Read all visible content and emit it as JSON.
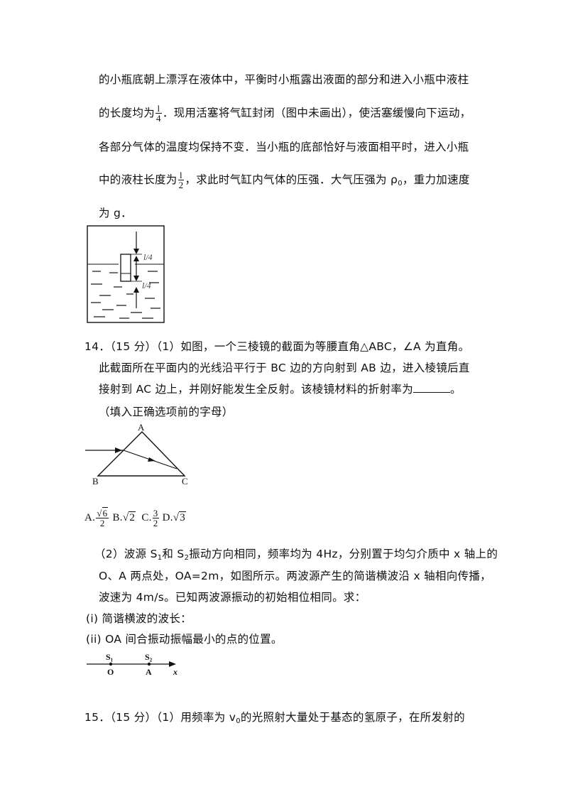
{
  "q13": {
    "line1": "的小瓶底朝上漂浮在液体中，平衡时小瓶露出液面的部分和进入小瓶中液柱",
    "line2_a": "的长度均为",
    "frac1_num": "l",
    "frac1_den": "4",
    "line2_b": "．现用活塞将气缸封闭（图中未画出），使活塞缓慢向下运动，",
    "line3": "各部分气体的温度均保持不变．当小瓶的底部恰好与液面相平时，进入小瓶",
    "line4_a": "中的液柱长度为",
    "frac2_num": "l",
    "frac2_den": "2",
    "line4_b": "，求此时气缸内气体的压强．大气压强为 ρ",
    "line4_sub": "0",
    "line4_c": "，重力加速度",
    "line5": "为 g．",
    "fig_label_top": "l/4",
    "fig_label_bottom": "l/4"
  },
  "q14": {
    "header": "14．（15 分）（1）如图，一个三棱镜的截面为等腰直角△ABC，∠A 为直角。",
    "line2": "此截面所在平面内的光线沿平行于 BC 边的方向射到 AB 边，进入棱镜后直",
    "line3_a": "接射到 AC 边上，并刚好能发生全反射。该棱镜材料的折射率为",
    "line3_b": "。",
    "line4": "（填入正确选项前的字母）",
    "fig_A": "A",
    "fig_B": "B",
    "fig_C": "C",
    "optA_label": "A.",
    "optA_num": "6",
    "optA_den": "2",
    "optB_label": "B.",
    "optB_rad": "2",
    "optC_label": "C.",
    "optC_num": "3",
    "optC_den": "2",
    "optD_label": "D.",
    "optD_rad": "3",
    "part2_l1_a": "（2）波源 S",
    "part2_l1_sub1": "1",
    "part2_l1_b": "和 S",
    "part2_l1_sub2": "2",
    "part2_l1_c": "振动方向相同，频率均为 4Hz，分别置于均匀介质中 x 轴上的",
    "part2_l2": "O、A 两点处，OA=2m，如图所示。两波源产生的简谐横波沿 x 轴相向传播，",
    "part2_l3": "波速为 4m/s。已知两波源振动的初始相位相同。求：",
    "part2_l4": "(i) 简谐横波的波长：",
    "part2_l5": "(ii) OA 间合振动振幅最小的点的位置。",
    "fig_S1": "S₁",
    "fig_S2": "S₂",
    "fig_O": "O",
    "fig_A2": "A",
    "fig_x": "x"
  },
  "q15": {
    "line_a": "15．（15 分）（1）用频率为 v",
    "line_sub": "0",
    "line_b": "的光照射大量处于基态的氢原子，在所发射的"
  }
}
